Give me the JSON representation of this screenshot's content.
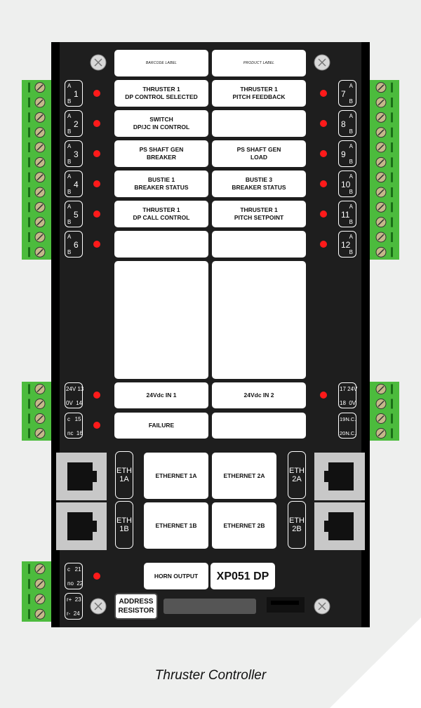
{
  "title": "Thruster Controller",
  "model": "XP051 DP",
  "header": {
    "barcode": "BARCODE LABEL",
    "product": "PRODUCT LABEL"
  },
  "channels": [
    {
      "left": "THRUSTER 1\nDP CONTROL SELECTED",
      "right": "THRUSTER 1\nPITCH FEEDBACK"
    },
    {
      "left": "SWITCH\nDP/JC IN CONTROL",
      "right": ""
    },
    {
      "left": "PS SHAFT GEN\nBREAKER",
      "right": "PS SHAFT GEN\nLOAD"
    },
    {
      "left": "BUSTIE 1\nBREAKER STATUS",
      "right": "BUSTIE 3\nBREAKER STATUS"
    },
    {
      "left": "THRUSTER 1\nDP CALL CONTROL",
      "right": "THRUSTER 1\nPITCH SETPOINT"
    },
    {
      "left": "",
      "right": ""
    }
  ],
  "terminals_left": [
    {
      "a": "A",
      "b": "B",
      "num": "1"
    },
    {
      "a": "A",
      "b": "B",
      "num": "2"
    },
    {
      "a": "A",
      "b": "B",
      "num": "3"
    },
    {
      "a": "A",
      "b": "B",
      "num": "4"
    },
    {
      "a": "A",
      "b": "B",
      "num": "5"
    },
    {
      "a": "A",
      "b": "B",
      "num": "6"
    }
  ],
  "terminals_right": [
    {
      "a": "A",
      "b": "B",
      "num": "7"
    },
    {
      "a": "A",
      "b": "B",
      "num": "8"
    },
    {
      "a": "A",
      "b": "B",
      "num": "9"
    },
    {
      "a": "A",
      "b": "B",
      "num": "10"
    },
    {
      "a": "A",
      "b": "B",
      "num": "11"
    },
    {
      "a": "A",
      "b": "B",
      "num": "12"
    }
  ],
  "power": {
    "in1": "24Vdc IN 1",
    "in2": "24Vdc IN 2",
    "failure": "FAILURE",
    "left_power": [
      "24V 13",
      "0V  14"
    ],
    "left_fail": [
      "c   15",
      "nc  16"
    ],
    "right_power": [
      "17 24V",
      "18  0V"
    ],
    "right_fail": [
      "19N.C.",
      "20N.C."
    ]
  },
  "ethernet": {
    "e1a": "ETHERNET 1A",
    "e2a": "ETHERNET 2A",
    "e1b": "ETHERNET 1B",
    "e2b": "ETHERNET 2B",
    "tag_1a": [
      "ETH",
      "1A"
    ],
    "tag_2a": [
      "ETH",
      "2A"
    ],
    "tag_1b": [
      "ETH",
      "1B"
    ],
    "tag_2b": [
      "ETH",
      "2B"
    ]
  },
  "horn": {
    "label": "HORN OUTPUT",
    "terms": [
      "c   21",
      "no  22",
      "r+  23",
      "r-  24"
    ]
  },
  "address": [
    "ADDRESS",
    "RESISTOR"
  ],
  "colors": {
    "body": "#1e1e1e",
    "terminal_green": "#4cbb3d",
    "led": "#ff1a1a",
    "port_grey": "#c8c8c8"
  }
}
